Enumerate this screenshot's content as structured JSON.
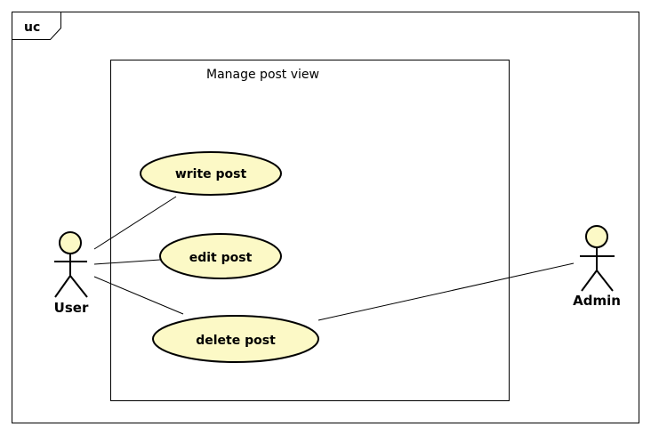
{
  "frame": {
    "label": "uc"
  },
  "system": {
    "title": "Manage post view"
  },
  "actors": [
    {
      "id": "user",
      "name": "User"
    },
    {
      "id": "admin",
      "name": "Admin"
    }
  ],
  "use_cases": [
    {
      "id": "write",
      "label": "write post"
    },
    {
      "id": "edit",
      "label": "edit post"
    },
    {
      "id": "delete",
      "label": "delete post"
    }
  ],
  "associations": [
    {
      "actor": "user",
      "use_case": "write"
    },
    {
      "actor": "user",
      "use_case": "edit"
    },
    {
      "actor": "user",
      "use_case": "delete"
    },
    {
      "actor": "admin",
      "use_case": "delete"
    }
  ],
  "colors": {
    "use_case_fill": "#fcf9c6",
    "actor_head_fill": "#fcf9c6",
    "line": "#000000",
    "background": "#ffffff"
  }
}
